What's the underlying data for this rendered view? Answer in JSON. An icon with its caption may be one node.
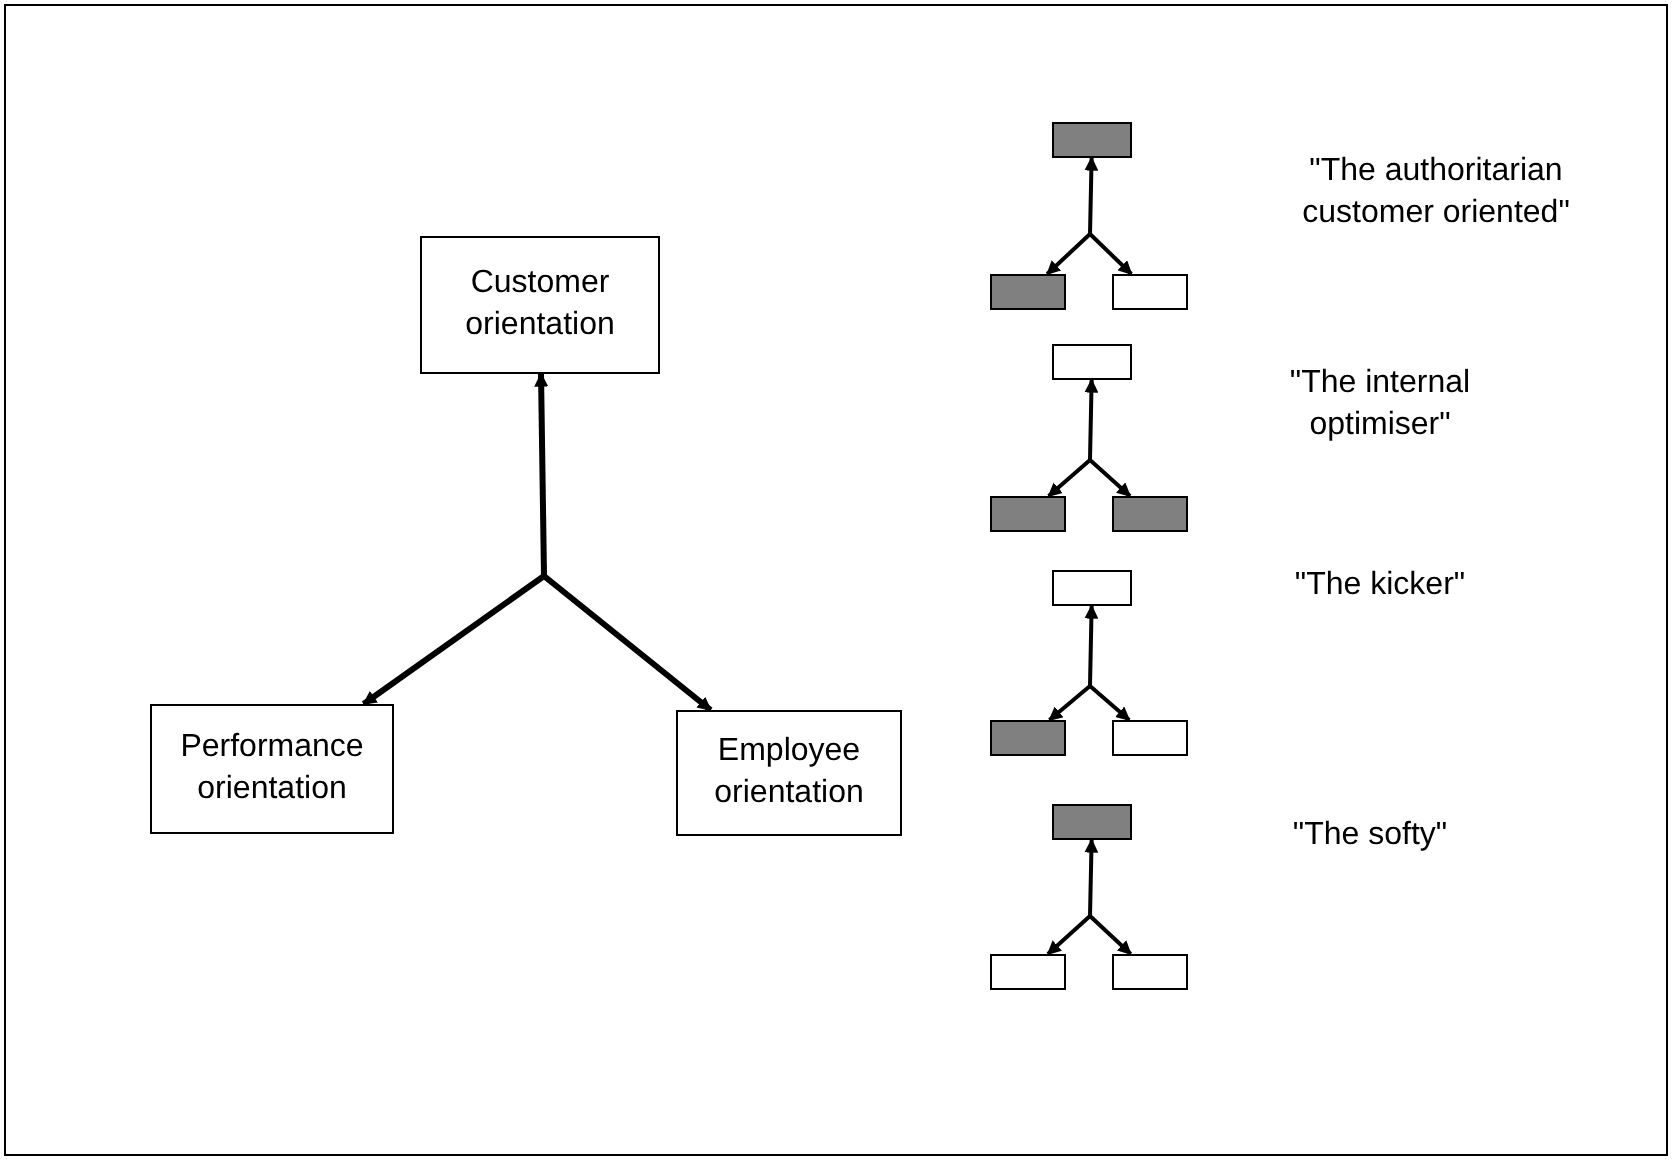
{
  "diagram": {
    "nodes": [
      {
        "text": [
          "Customer orientation"
        ]
      },
      {
        "text": [
          "Performance orientation"
        ]
      },
      {
        "text": [
          "Employee orientation"
        ]
      },
      {
        "text": [],
        "shape": "bar"
      },
      {
        "text": [],
        "shape": "bar"
      },
      {
        "text": [],
        "shape": "box"
      },
      {
        "text": [],
        "shape": "box"
      },
      {
        "text": [],
        "shape": "bar"
      },
      {
        "text": [],
        "shape": "bar"
      },
      {
        "text": [],
        "shape": "box"
      },
      {
        "text": [],
        "shape": "bar"
      },
      {
        "text": [],
        "shape": "box"
      },
      {
        "text": [],
        "shape": "bar"
      },
      {
        "text": [],
        "shape": "box"
      },
      {
        "text": [],
        "shape": "box"
      }
    ],
    "edges": [
      {
        "from": null,
        "to": 0,
        "arrow": "to"
      },
      {
        "from": null,
        "to": 1,
        "arrow": "to"
      },
      {
        "from": null,
        "to": 2,
        "arrow": "to"
      },
      {
        "from": null,
        "to": 3,
        "arrow": "to"
      },
      {
        "from": null,
        "to": 4,
        "arrow": "to"
      },
      {
        "from": null,
        "to": 5,
        "arrow": "to"
      },
      {
        "from": null,
        "to": 6,
        "arrow": "to"
      },
      {
        "from": null,
        "to": 7,
        "arrow": "to"
      },
      {
        "from": null,
        "to": 8,
        "arrow": "to"
      },
      {
        "from": null,
        "to": 9,
        "arrow": "to"
      },
      {
        "from": null,
        "to": 10,
        "arrow": "to"
      },
      {
        "from": null,
        "to": 11,
        "arrow": "to"
      },
      {
        "from": null,
        "to": 12,
        "arrow": "to"
      },
      {
        "from": null,
        "to": 13,
        "arrow": "to"
      },
      {
        "from": null,
        "to": 14,
        "arrow": "to"
      }
    ],
    "labels": [
      "\"The authoritarian customer oriented\"",
      "\"The internal optimiser\"",
      "\"The kicker\"",
      "\"The softy\""
    ]
  }
}
